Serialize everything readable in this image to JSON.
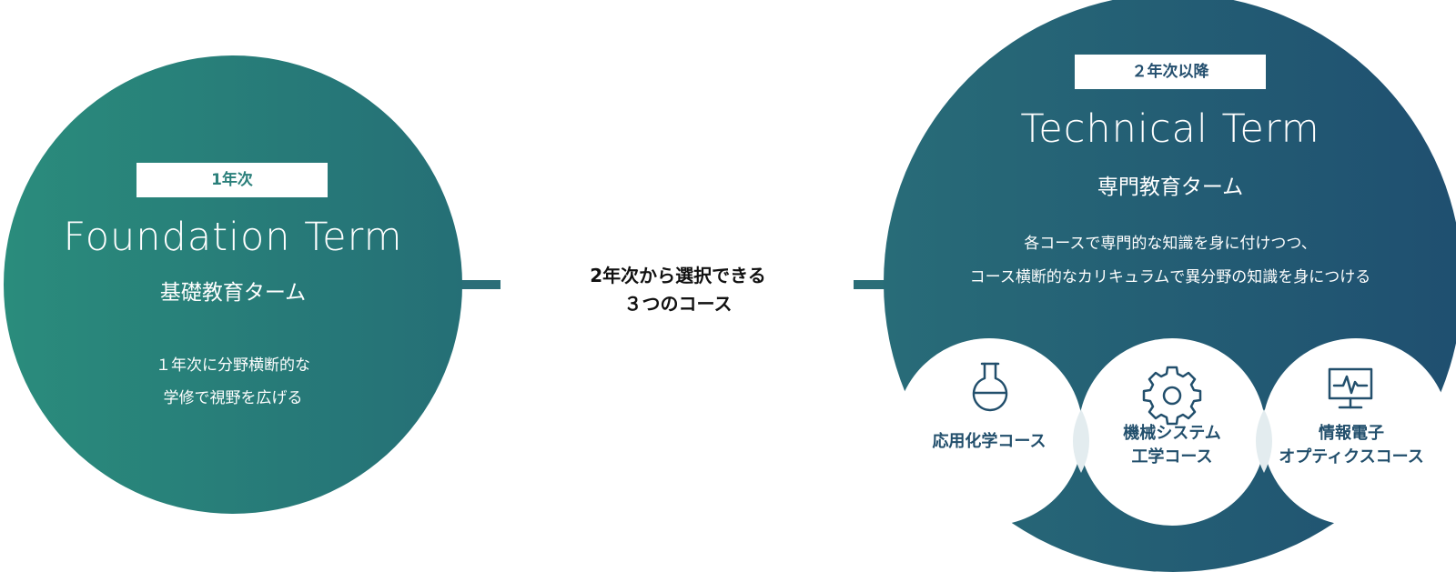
{
  "foundation": {
    "badge": "1年次",
    "title_en": "Foundation Term",
    "title_ja": "基礎教育ターム",
    "desc_line1": "１年次に分野横断的な",
    "desc_line2": "学修で視野を広げる",
    "color_start": "#2a8c7c",
    "color_end": "#256f76"
  },
  "connector": {
    "line1": "2年次から選択できる",
    "line2": "３つのコース",
    "line_color": "#2a6e78"
  },
  "technical": {
    "badge": "２年次以降",
    "title_en": "Technical Term",
    "title_ja": "専門教育ターム",
    "desc_line1": "各コースで専門的な知識を身に付けつつ、",
    "desc_line2": "コース横断的なカリキュラムで異分野の知識を身につける",
    "color_start": "#286c78",
    "color_end": "#1f4f70"
  },
  "courses": [
    {
      "icon": "flask-icon",
      "line1": "応用化学コース",
      "line2": ""
    },
    {
      "icon": "gear-icon",
      "line1": "機械システム",
      "line2": "工学コース"
    },
    {
      "icon": "monitor-icon",
      "line1": "情報電子",
      "line2": "オプティクスコース"
    }
  ]
}
